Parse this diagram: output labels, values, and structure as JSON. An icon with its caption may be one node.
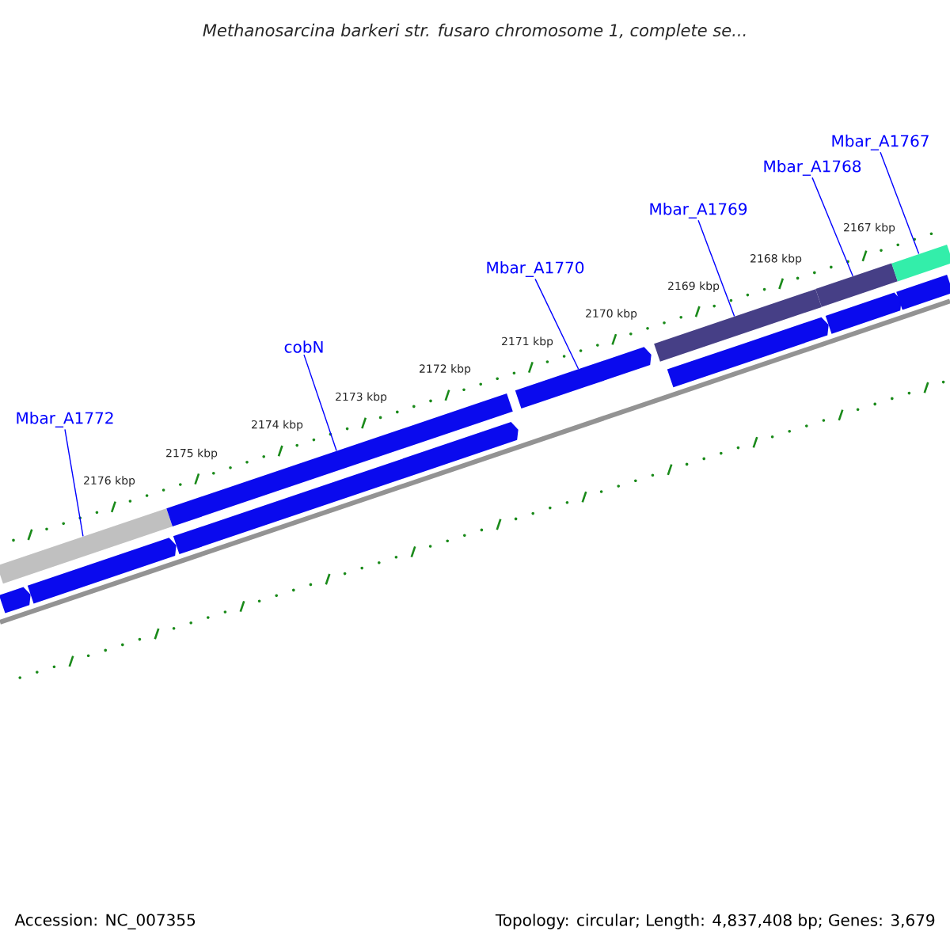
{
  "diagram": {
    "title": "Methanosarcina barkeri str. fusaro chromosome 1, complete se...",
    "nodes": [
      {
        "text": [
          "Mbar_A1772"
        ]
      },
      {
        "text": [
          "cobN"
        ]
      },
      {
        "text": [
          "Mbar_A1770"
        ]
      },
      {
        "text": [
          "Mbar_A1769"
        ]
      },
      {
        "text": [
          "Mbar_A1768"
        ]
      },
      {
        "text": [
          "Mbar_A1767"
        ]
      },
      {
        "text": [],
        "shape": "bar"
      },
      {
        "text": [],
        "shape": "bar"
      },
      {
        "text": [],
        "shape": "bar"
      },
      {
        "text": [],
        "shape": "bar"
      },
      {
        "text": [],
        "shape": "bar"
      },
      {
        "text": [],
        "shape": "bar"
      },
      {
        "text": [],
        "shape": "bar"
      },
      {
        "text": [],
        "shape": "bar"
      },
      {
        "text": [],
        "shape": "bar"
      },
      {
        "text": [],
        "shape": "bar"
      },
      {
        "text": [],
        "shape": "bar"
      },
      {
        "text": [],
        "shape": "bar"
      }
    ],
    "edges": [
      {
        "from": 0,
        "to": 6,
        "arrow": "none"
      },
      {
        "from": 1,
        "to": 7,
        "arrow": "none"
      },
      {
        "from": 2,
        "to": 8,
        "arrow": "none"
      },
      {
        "from": 3,
        "to": 9,
        "arrow": "none"
      },
      {
        "from": 4,
        "to": 10,
        "arrow": "none"
      },
      {
        "from": 5,
        "to": 11,
        "arrow": "none"
      }
    ],
    "labels": [
      "2167 kbp",
      "2168 kbp",
      "2169 kbp",
      "2170 kbp",
      "2171 kbp",
      "2172 kbp",
      "2173 kbp",
      "2174 kbp",
      "2175 kbp",
      "2176 kbp",
      "Accession: NC_007355",
      "Topology: circular; Length: 4,837,408 bp; Genes: 3,679"
    ]
  }
}
